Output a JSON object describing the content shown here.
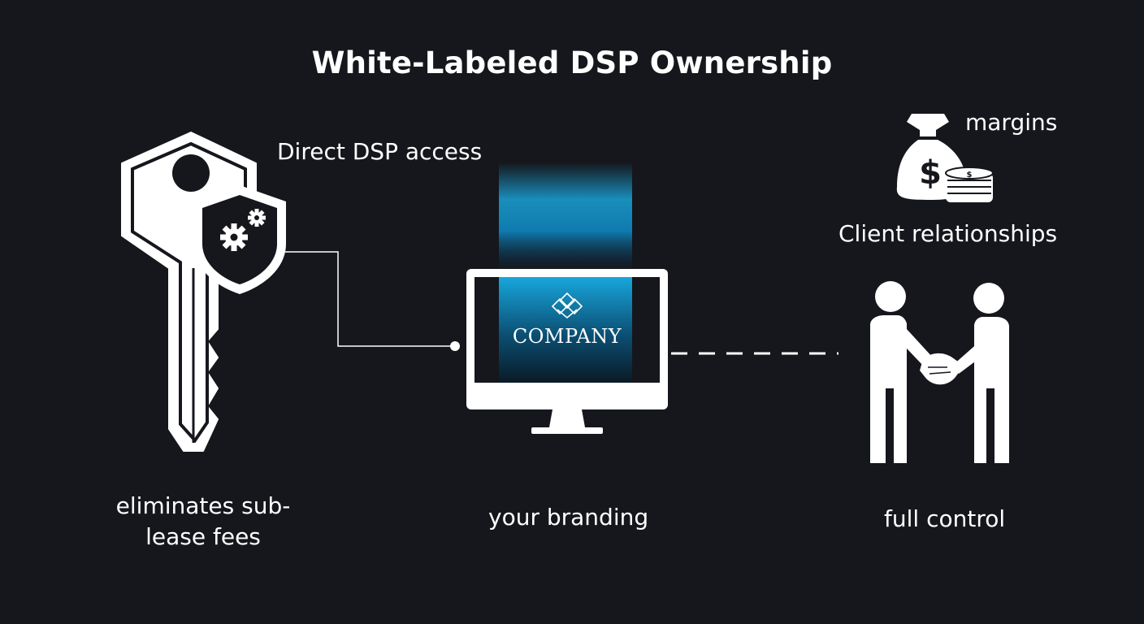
{
  "title": "White-Labeled DSP Ownership",
  "labels": {
    "direct_access": "Direct DSP access",
    "margins": "margins",
    "client_relationships": "Client relationships",
    "eliminates": "eliminates sub-lease fees",
    "branding": "your branding",
    "full_control": "full control"
  },
  "monitor": {
    "company": "COMPANY"
  },
  "icons": [
    "key-icon",
    "shield-gear-icon",
    "monitor-icon",
    "company-logo-icon",
    "money-bag-icon",
    "coin-stack-icon",
    "handshake-icon"
  ],
  "colors": {
    "background": "#15171c",
    "foreground": "#ffffff",
    "accent_glow": "#1aa3d6"
  }
}
